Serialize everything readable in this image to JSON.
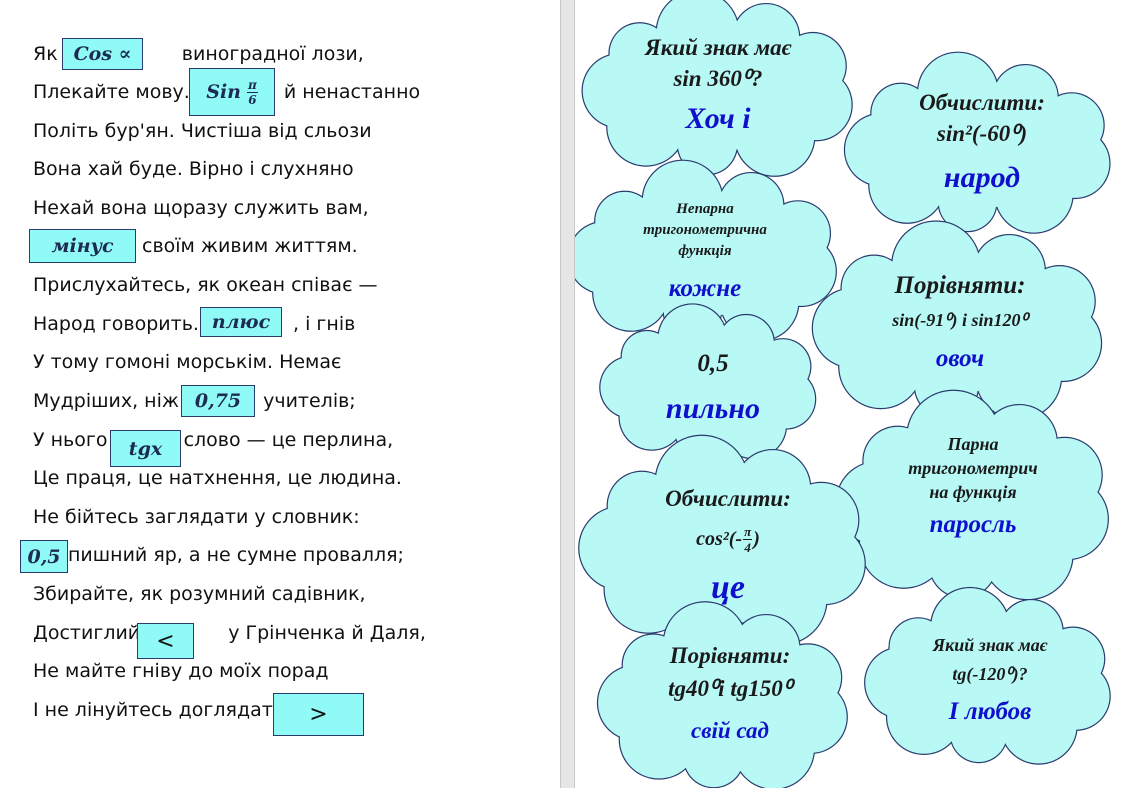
{
  "poem": {
    "lines": [
      {
        "before": "Як",
        "after": "виноградної лози,"
      },
      {
        "before": "Плекайте мову.",
        "after": "й ненастанно"
      },
      {
        "text": "Політь бур'ян. Чистіша від сльози"
      },
      {
        "text": "Вона хай буде. Вірно і слухняно"
      },
      {
        "text": "Нехай вона щоразу служить вам,"
      },
      {
        "after": "своїм живим життям."
      },
      {
        "text": "Прислухайтесь, як океан співає —"
      },
      {
        "before": "Народ говорить.",
        "after": ", і гнів"
      },
      {
        "text": "У тому гомоні морськім. Немає"
      },
      {
        "before": "Мудріших, ніж",
        "after": "учителів;"
      },
      {
        "before": "У нього",
        "after": "слово — це перлина,"
      },
      {
        "text": "Це праця, це натхнення, це людина."
      },
      {
        "text": "Не бійтесь заглядати у словник:"
      },
      {
        "after": "пишний яр, а не сумне провалля;"
      },
      {
        "text": "Збирайте, як розумний садівник,"
      },
      {
        "before": "Достиглий",
        "after": "у Грінченка й Даля,"
      },
      {
        "text": "Не майте гніву до моїх порад"
      },
      {
        "before": "І не лінуйтесь доглядать"
      }
    ],
    "boxes": {
      "cos": "Cos ∝",
      "sin_base": "Sin",
      "sin_num": "π",
      "sin_den": "6",
      "minus": "мінус",
      "plus": "плюс",
      "v075": "0,75",
      "tgx": "tgx",
      "v05": "0,5",
      "lt": "<",
      "gt": ">"
    }
  },
  "clouds": {
    "c1": {
      "q1": "Який знак має",
      "q2": "sin 360⁰?",
      "a": "Хоч і"
    },
    "c2": {
      "q1": "Обчислити:",
      "q2": "sin²(-60⁰)",
      "a": "народ"
    },
    "c3": {
      "q1": "Непарна",
      "q2": "тригонометрична",
      "q3": "функція",
      "a": "кожне"
    },
    "c4": {
      "q1": "Порівняти:",
      "q2": "sin(-91⁰) і sin120⁰",
      "a": "овоч"
    },
    "c5": {
      "q1": "0,5",
      "a": "пильно"
    },
    "c6": {
      "q1": "Парна",
      "q2": "тригонометрич",
      "q3": "на функція",
      "a": "паросль"
    },
    "c7": {
      "q1": "Обчислити:",
      "q2_pre": "cos²(-",
      "q2_num": "π",
      "q2_den": "4",
      "q2_post": ")",
      "a": "це"
    },
    "c8": {
      "q1": "Порівняти:",
      "q2": "tg40⁰і  tg150⁰",
      "a": "свій сад"
    },
    "c9": {
      "q1": "Який знак має",
      "q2": "tg(-120⁰)?",
      "a": "І любов"
    }
  },
  "colors": {
    "box_fill": "#8ffaf6",
    "cloud_fill": "#b8f8f5",
    "answer_text": "#1010cc",
    "outline": "#2a3c6e"
  }
}
